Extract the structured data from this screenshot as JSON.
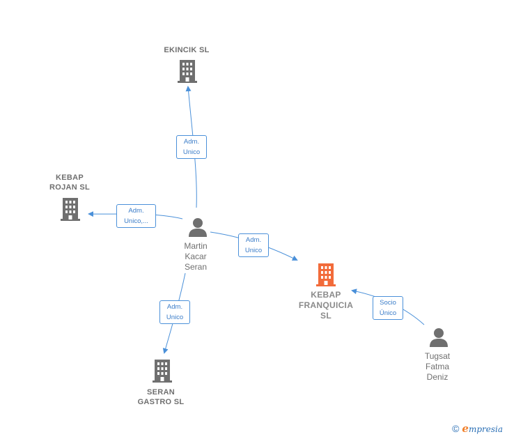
{
  "nodes": {
    "ekincik": {
      "label": "EKINCIK  SL"
    },
    "kebap_rojan": {
      "label": "KEBAP\nROJAN  SL"
    },
    "kebap_franquicia": {
      "label": "KEBAP\nFRANQUICIA\nSL"
    },
    "seran_gastro": {
      "label": "SERAN\nGASTRO  SL"
    },
    "martin": {
      "label": "Martin\nKacar\nSeran"
    },
    "tugsat": {
      "label": "Tugsat\nFatma\nDeniz"
    }
  },
  "edges": {
    "martin_ekincik": "Adm.\nUnico",
    "martin_rojan": "Adm.\nUnico,...",
    "martin_franquicia": "Adm.\nUnico",
    "martin_seran": "Adm.\nUnico",
    "tugsat_franquicia": "Socio\nÚnico"
  },
  "colors": {
    "edge": "#4a90d9",
    "company": "#6f6f6f",
    "focus_company": "#f26b3a",
    "person": "#6f6f6f"
  },
  "footer": {
    "copyright": "©",
    "brand_initial": "e",
    "brand_rest": "mpresia"
  }
}
